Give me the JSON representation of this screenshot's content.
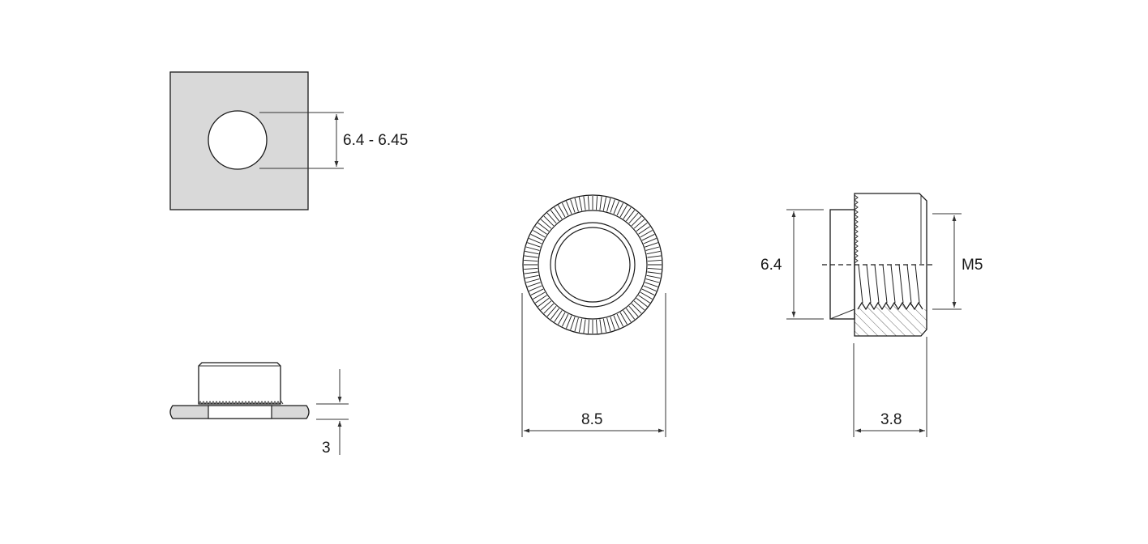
{
  "colors": {
    "background": "#ffffff",
    "line": "#1a1a1a",
    "panel_fill": "#d9d9d9"
  },
  "views": {
    "panel_hole": {
      "dimension_label": "6.4 - 6.45"
    },
    "installed_side": {
      "dimension_label": "3"
    },
    "top_view": {
      "dimension_label": "8.5"
    },
    "section_view": {
      "height_label": "6.4",
      "thread_label": "M5",
      "length_label": "3.8"
    }
  }
}
